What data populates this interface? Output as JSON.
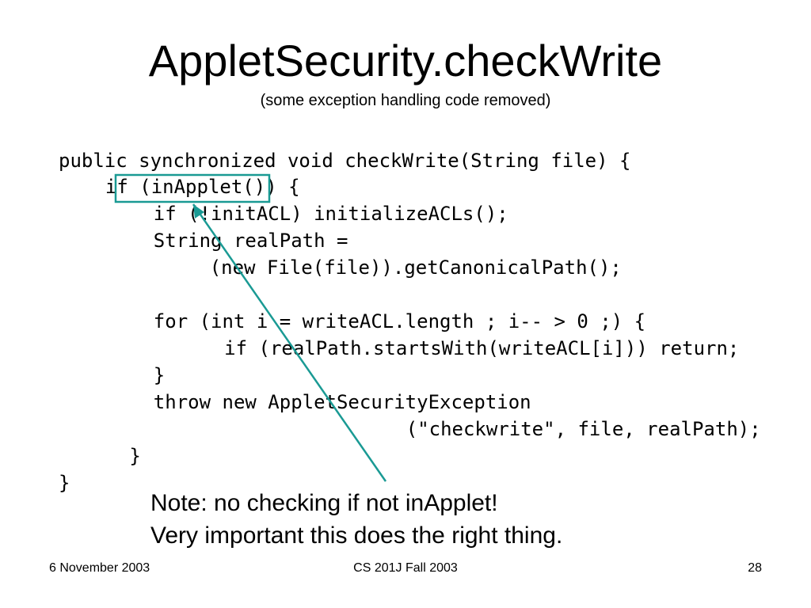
{
  "slide": {
    "title": "AppletSecurity.checkWrite",
    "subtitle": "(some exception handling code removed)",
    "code_lines": [
      "public synchronized void checkWrite(String file) {",
      "  if (inApplet()) {",
      "    if (!initACL) initializeACLs();",
      "    String realPath =",
      "      (new File(file)).getCanonicalPath();",
      "",
      "    for (int i = writeACL.length ; i-- > 0 ;) {",
      "       if (realPath.startsWith(writeACL[i])) return;",
      "    }",
      "    throw new AppletSecurityException",
      "               (\"checkwrite\", file, realPath);",
      "   }",
      "}"
    ],
    "note_lines": [
      "Note: no checking if not inApplet!",
      "Very important this does the right thing."
    ],
    "footer": {
      "date": "6 November 2003",
      "course": "CS 201J Fall 2003",
      "page": "28"
    },
    "colors": {
      "annotation": "#1a9a94",
      "text": "#000000",
      "background": "#ffffff"
    }
  }
}
